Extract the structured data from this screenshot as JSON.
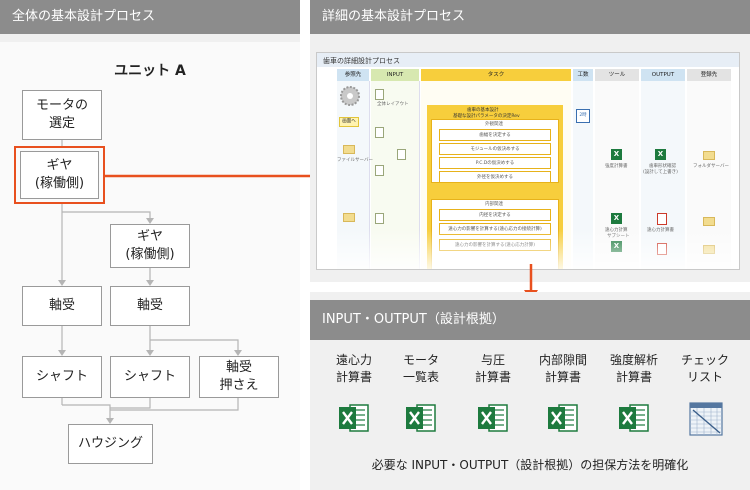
{
  "left": {
    "header": "全体の基本設計プロセス",
    "unit_title": "ユニット A",
    "boxes": {
      "motor": "モータの\n選定",
      "gear_main": "ギヤ\n(稼働側)",
      "gear_sub": "ギヤ\n(稼働側)",
      "bearing1": "軸受",
      "bearing2": "軸受",
      "shaft1": "シャフト",
      "shaft2": "シャフト",
      "bearing_holder": "軸受\n押さえ",
      "housing": "ハウジング"
    }
  },
  "right_top": {
    "header": "詳細の基本設計プロセス",
    "mini": {
      "title": "歯車の詳細設計プロセス",
      "columns": [
        "参照先",
        "INPUT",
        "タスク",
        "工数",
        "ツール",
        "OUTPUT",
        "登録先"
      ],
      "task_group_title": "歯車の基本設計",
      "task_group_subtitle": "基礎な設計パラメータの決定Rev",
      "section1": "外観関連",
      "tasks1": [
        "歯幅を決定する",
        "モジュールの仮決めする",
        "P.C.Dの仮決めする",
        "外径を仮決めする"
      ],
      "section2": "内部関連",
      "tasks2": [
        "内径を決定する",
        "遠心力の影響を計算する(遠心応力の接続計算)",
        "遠心力の影響を計算する(遠心応力計算)"
      ],
      "labels": [
        "全体レイアウト",
        "ファイルサーバー",
        "強度計算書",
        "歯車形状確認",
        "(設計して上書き)",
        "フォルダサーバー",
        "遠心力計算",
        "サブシート",
        "遠心力計算書"
      ],
      "badge": "画面へ",
      "calendar_day": "2時"
    }
  },
  "right_bottom": {
    "header": "INPUT・OUTPUT（設計根拠）",
    "items": [
      {
        "label": "遠心力\n計算書",
        "icon": "excel-icon"
      },
      {
        "label": "モータ\n一覧表",
        "icon": "excel-icon"
      },
      {
        "label": "与圧\n計算書",
        "icon": "excel-icon"
      },
      {
        "label": "内部隙間\n計算書",
        "icon": "excel-icon"
      },
      {
        "label": "強度解析\n計算書",
        "icon": "excel-icon"
      },
      {
        "label": "チェック\nリスト",
        "icon": "checklist-icon"
      }
    ],
    "caption": "必要な INPUT・OUTPUT（設計根拠）の担保方法を明確化"
  },
  "colors": {
    "header_bg": "#8c8c8c",
    "highlight": "#e8501e",
    "excel_green": "#1d7a3e",
    "task_yellow": "#f7ce3c"
  }
}
